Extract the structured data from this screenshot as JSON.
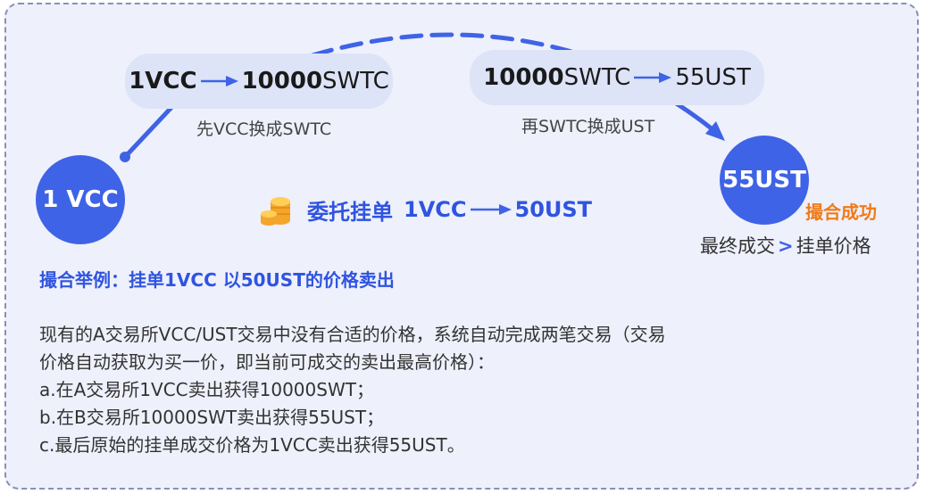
{
  "step1": {
    "from_amount": "1VCC",
    "to_amount": "10000",
    "to_unit": "SWTC",
    "caption": "先VCC换成SWTC"
  },
  "step2": {
    "from_amount": "10000",
    "from_unit": "SWTC",
    "to_amount": "55UST",
    "caption": "再SWTC换成UST"
  },
  "start_node": "1 VCC",
  "end_node": "55UST",
  "order": {
    "label": "委托挂单",
    "from": "1VCC",
    "to": "50UST"
  },
  "success_label": "撮合成功",
  "final": {
    "left": "最终成交",
    "gt": ">",
    "right": "挂单价格"
  },
  "example_title": "撮合举例：挂单1VCC 以50UST的价格卖出",
  "description": [
    "现有的A交易所VCC/UST交易中没有合适的价格，系统自动完成两笔交易（交易",
    "价格自动获取为买一价，即当前可成交的卖出最高价格）：",
    "a.在A交易所1VCC卖出获得10000SWT；",
    "b.在B交易所10000SWT卖出获得55UST；",
    "c.最后原始的挂单成交价格为1VCC卖出获得55UST。"
  ],
  "colors": {
    "accent": "#3f63e6",
    "pill": "#dde4f8",
    "success": "#f07a18",
    "background": "#eef0fb"
  }
}
